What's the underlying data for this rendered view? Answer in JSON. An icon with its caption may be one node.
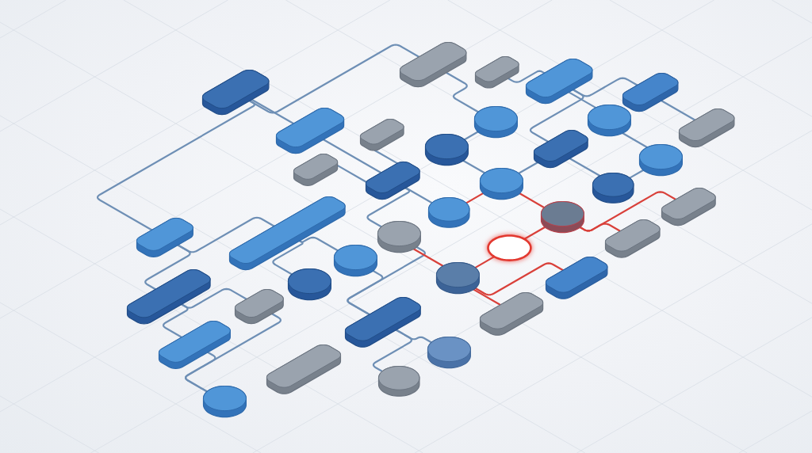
{
  "diagram": {
    "nodes": [
      {
        "text": [],
        "shape": "box"
      },
      {
        "text": [],
        "shape": "box"
      },
      {
        "text": [],
        "shape": "box"
      },
      {
        "text": [],
        "shape": "box"
      },
      {
        "text": [],
        "shape": "box"
      },
      {
        "text": [],
        "shape": "box"
      },
      {
        "text": [],
        "shape": "box"
      },
      {
        "text": [],
        "shape": "circle"
      },
      {
        "text": [],
        "shape": "circle"
      },
      {
        "text": [],
        "shape": "box"
      },
      {
        "text": [],
        "shape": "circle"
      },
      {
        "text": [],
        "shape": "box"
      },
      {
        "text": [],
        "shape": "circle"
      },
      {
        "text": [],
        "shape": "box"
      },
      {
        "text": [],
        "shape": "box"
      },
      {
        "text": [],
        "shape": "circle"
      },
      {
        "text": [],
        "shape": "circle"
      },
      {
        "text": [],
        "shape": "circle"
      },
      {
        "text": [],
        "shape": "circle"
      },
      {
        "text": [],
        "shape": "box"
      },
      {
        "text": [],
        "shape": "box"
      },
      {
        "text": [],
        "shape": "box"
      },
      {
        "text": [],
        "shape": "circle"
      },
      {
        "text": [],
        "shape": "circle"
      },
      {
        "text": [],
        "shape": "box"
      },
      {
        "text": [],
        "shape": "circle"
      },
      {
        "text": [],
        "shape": "box"
      },
      {
        "text": [],
        "shape": "circle"
      },
      {
        "text": [],
        "shape": "circle"
      },
      {
        "text": [],
        "shape": "box"
      },
      {
        "text": [],
        "shape": "box"
      },
      {
        "text": [],
        "shape": "box"
      },
      {
        "text": [],
        "shape": "box"
      },
      {
        "text": [],
        "shape": "box"
      },
      {
        "text": [],
        "shape": "box"
      },
      {
        "text": [],
        "shape": "circle"
      },
      {
        "text": [],
        "shape": "circle"
      },
      {
        "text": [],
        "shape": "circle"
      }
    ],
    "edges": [
      {
        "from": 0,
        "to": 1,
        "arrow": "none"
      },
      {
        "from": 0,
        "to": 5,
        "arrow": "none"
      },
      {
        "from": 0,
        "to": 20,
        "arrow": "none"
      },
      {
        "from": 5,
        "to": 14,
        "arrow": "none"
      },
      {
        "from": 13,
        "to": 14,
        "arrow": "none"
      },
      {
        "from": 6,
        "to": 14,
        "arrow": "none"
      },
      {
        "from": 1,
        "to": 7,
        "arrow": "none"
      },
      {
        "from": 2,
        "to": 3,
        "arrow": "none"
      },
      {
        "from": 3,
        "to": 4,
        "arrow": "none"
      },
      {
        "from": 3,
        "to": 8,
        "arrow": "none"
      },
      {
        "from": 3,
        "to": 11,
        "arrow": "none"
      },
      {
        "from": 4,
        "to": 9,
        "arrow": "none"
      },
      {
        "from": 8,
        "to": 12,
        "arrow": "none"
      },
      {
        "from": 16,
        "to": 12,
        "arrow": "none"
      },
      {
        "from": 11,
        "to": 16,
        "arrow": "none"
      },
      {
        "from": 10,
        "to": 7,
        "arrow": "none"
      },
      {
        "from": 10,
        "to": 15,
        "arrow": "none"
      },
      {
        "from": 15,
        "to": 11,
        "arrow": "none"
      },
      {
        "from": 14,
        "to": 17,
        "arrow": "none"
      },
      {
        "from": 14,
        "to": 22,
        "arrow": "none"
      },
      {
        "from": 17,
        "to": 15,
        "arrow": "none",
        "color": "#d9403a"
      },
      {
        "from": 15,
        "to": 18,
        "arrow": "none",
        "color": "#d9403a"
      },
      {
        "from": 23,
        "to": 18,
        "arrow": "none",
        "color": "#d9403a"
      },
      {
        "from": 18,
        "to": 19,
        "arrow": "none",
        "color": "#d9403a"
      },
      {
        "from": 18,
        "to": 24,
        "arrow": "none",
        "color": "#d9403a"
      },
      {
        "from": 22,
        "to": 28,
        "arrow": "none",
        "color": "#d9403a"
      },
      {
        "from": 28,
        "to": 23,
        "arrow": "none",
        "color": "#d9403a"
      },
      {
        "from": 28,
        "to": 29,
        "arrow": "none",
        "color": "#d9403a"
      },
      {
        "from": 28,
        "to": 33,
        "arrow": "none",
        "color": "#d9403a"
      },
      {
        "from": 22,
        "to": 32,
        "arrow": "none"
      },
      {
        "from": 25,
        "to": 32,
        "arrow": "none"
      },
      {
        "from": 21,
        "to": 25,
        "arrow": "none"
      },
      {
        "from": 21,
        "to": 27,
        "arrow": "none"
      },
      {
        "from": 20,
        "to": 21,
        "arrow": "none"
      },
      {
        "from": 20,
        "to": 26,
        "arrow": "none"
      },
      {
        "from": 26,
        "to": 30,
        "arrow": "none"
      },
      {
        "from": 26,
        "to": 31,
        "arrow": "none"
      },
      {
        "from": 30,
        "to": 37,
        "arrow": "none"
      },
      {
        "from": 31,
        "to": 37,
        "arrow": "none"
      },
      {
        "from": 32,
        "to": 35,
        "arrow": "none"
      },
      {
        "from": 32,
        "to": 36,
        "arrow": "none"
      }
    ]
  }
}
